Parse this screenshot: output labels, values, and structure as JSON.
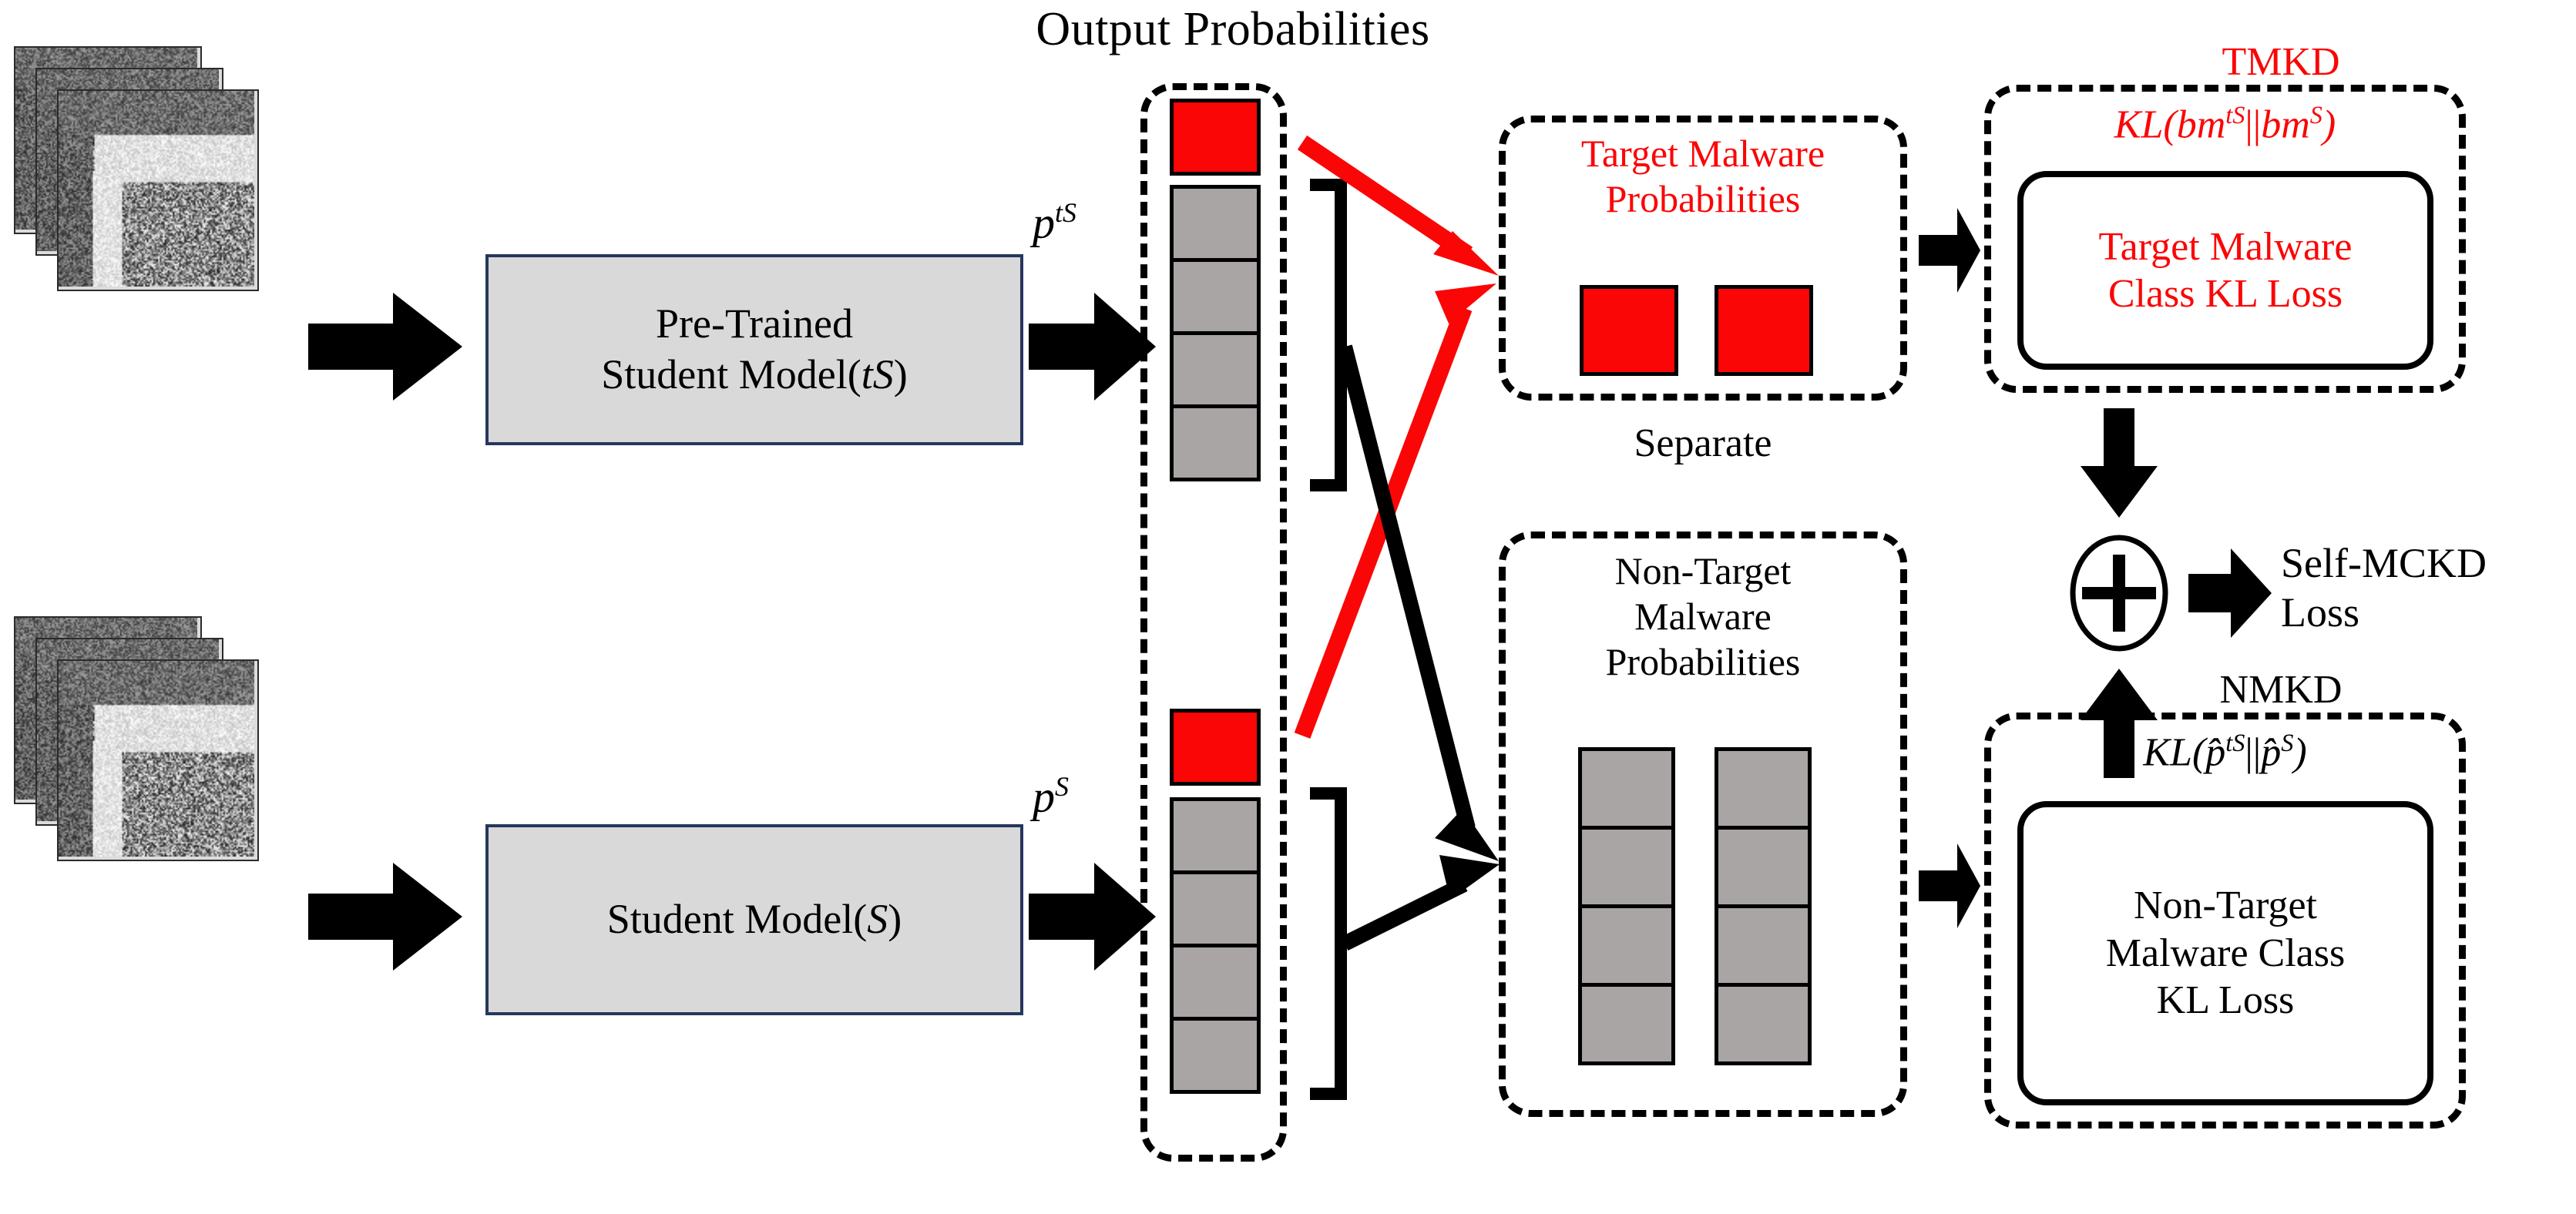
{
  "diagram": {
    "title": "Output Probabilities",
    "separate_label": "Separate",
    "colors": {
      "target_red": "#FB0606",
      "nontarget_gray": "#A9A5A5",
      "model_box_fill": "#D9D9D9",
      "model_box_border": "#26375E",
      "line_black": "#000000"
    }
  },
  "branches": {
    "teacher": {
      "model_line1": "Pre-Trained",
      "model_line2": "Student Model(tS)",
      "model_line2_plain": "Student Model(",
      "model_symbol": "tS",
      "prob_label_base": "p",
      "prob_label_sup": "tS",
      "target_cells": 1,
      "nontarget_cells": 4
    },
    "student": {
      "model_line1": "Student Model(S)",
      "model_symbol": "S",
      "model_plain": "Student Model(",
      "prob_label_base": "p",
      "prob_label_sup": "S",
      "target_cells": 1,
      "nontarget_cells": 4
    }
  },
  "panels": {
    "target": {
      "title_line1": "Target Malware",
      "title_line2": "Probabilities",
      "cells": 2,
      "cell_color": "#FB0606"
    },
    "nontarget": {
      "title_line1": "Non-Target",
      "title_line2": "Malware",
      "title_line3": "Probabilities",
      "columns": 2,
      "cells_per_column": 4,
      "cell_color": "#A9A5A5"
    }
  },
  "losses": {
    "tmkd": {
      "tag": "TMKD",
      "formula_prefix": "KL(",
      "formula_term1_base": "bm",
      "formula_term1_sup": "tS",
      "formula_sep": "||",
      "formula_term2_base": "bm",
      "formula_term2_sup": "S",
      "formula_suffix": ")",
      "box_line1": "Target Malware",
      "box_line2": "Class KL Loss",
      "color": "#FB0606"
    },
    "nmkd": {
      "tag": "NMKD",
      "formula_prefix": "KL(",
      "formula_term1_base": "p̂",
      "formula_term1_sup": "tS",
      "formula_sep": "||",
      "formula_term2_base": "p̂",
      "formula_term2_sup": "S",
      "formula_suffix": ")",
      "box_line1": "Non-Target",
      "box_line2": "Malware Class",
      "box_line3": "KL Loss",
      "color": "#000000"
    },
    "combine": {
      "operator": "+",
      "output_line1": "Self-MCKD",
      "output_line2": "Loss"
    }
  }
}
